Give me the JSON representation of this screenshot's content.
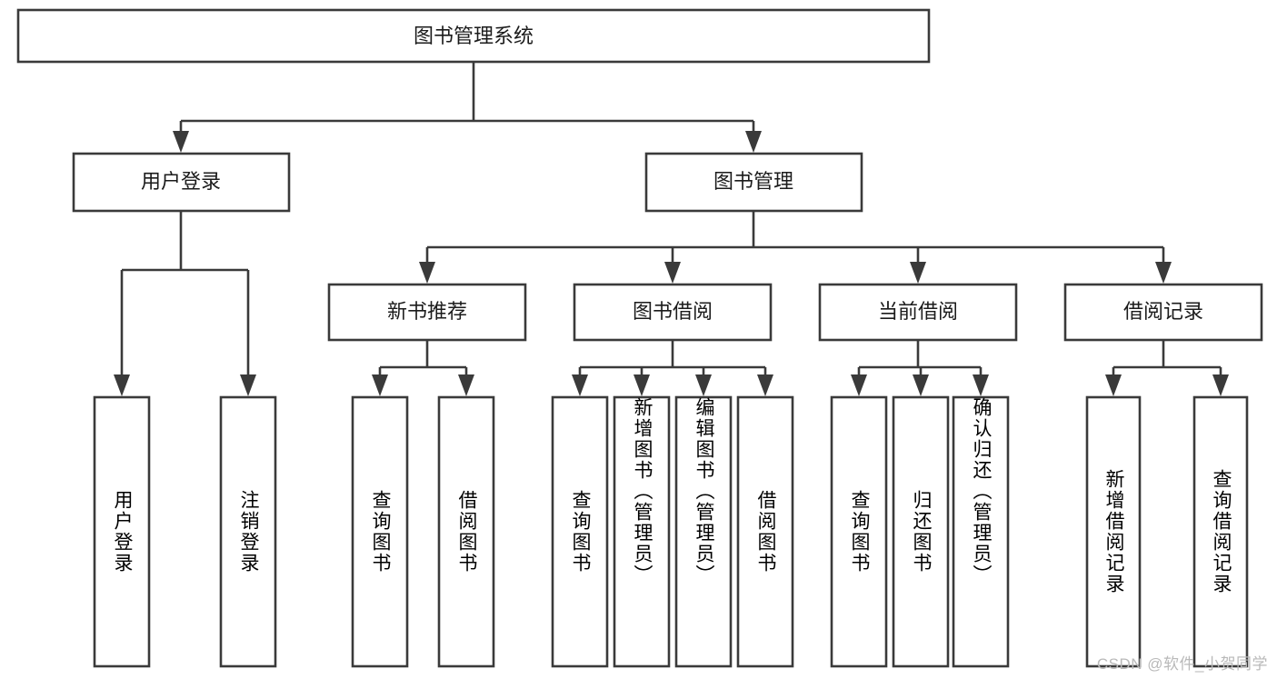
{
  "diagram": {
    "type": "tree-hierarchy-chart",
    "title_node": {
      "label": "图书管理系统",
      "orientation": "horizontal"
    },
    "level2": [
      {
        "label": "用户登录",
        "orientation": "horizontal"
      },
      {
        "label": "图书管理",
        "orientation": "horizontal"
      }
    ],
    "level3": [
      {
        "label": "新书推荐",
        "orientation": "horizontal"
      },
      {
        "label": "图书借阅",
        "orientation": "horizontal"
      },
      {
        "label": "当前借阅",
        "orientation": "horizontal"
      },
      {
        "label": "借阅记录",
        "orientation": "horizontal"
      }
    ],
    "leaves": {
      "user_login": [
        {
          "label": "用户登录",
          "orientation": "vertical"
        },
        {
          "label": "注销登录",
          "orientation": "vertical"
        }
      ],
      "new_book_recommend": [
        {
          "label": "查询图书",
          "orientation": "vertical"
        },
        {
          "label": "借阅图书",
          "orientation": "vertical"
        }
      ],
      "book_borrow": [
        {
          "label": "查询图书",
          "orientation": "vertical"
        },
        {
          "label": "新增图书（管理员）",
          "orientation": "vertical"
        },
        {
          "label": "编辑图书（管理员）",
          "orientation": "vertical"
        },
        {
          "label": "借阅图书",
          "orientation": "vertical"
        }
      ],
      "current_borrow": [
        {
          "label": "查询图书",
          "orientation": "vertical"
        },
        {
          "label": "归还图书",
          "orientation": "vertical"
        },
        {
          "label": "确认归还（管理员）",
          "orientation": "vertical"
        }
      ],
      "borrow_record": [
        {
          "label": "新增借阅记录",
          "orientation": "vertical"
        },
        {
          "label": "查询借阅记录",
          "orientation": "vertical"
        }
      ]
    },
    "colors": {
      "box_stroke": "#3a3a3a",
      "box_fill": "#ffffff",
      "text": "#1b1b1b",
      "background": "#ffffff",
      "watermark": "#b9b9b9"
    }
  },
  "watermark": {
    "text": "CSDN @软件_小贺同学"
  }
}
